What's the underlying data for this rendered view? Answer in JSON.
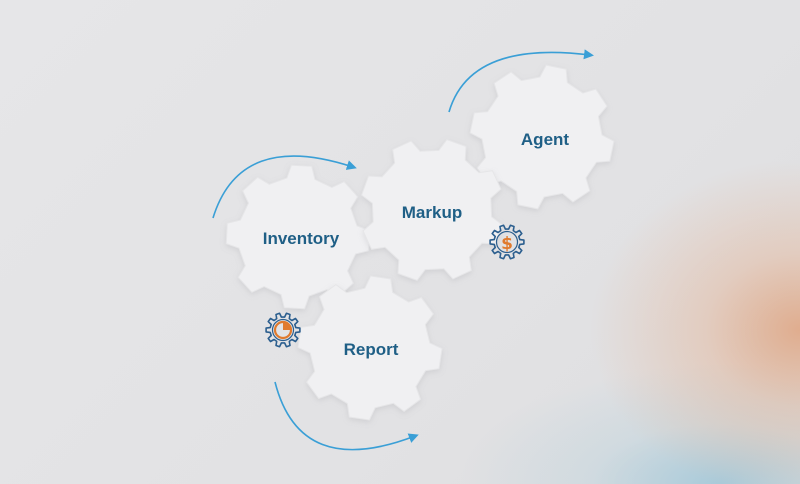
{
  "gears": [
    {
      "id": "inventory",
      "label": "Inventory"
    },
    {
      "id": "markup",
      "label": "Markup"
    },
    {
      "id": "agent",
      "label": "Agent"
    },
    {
      "id": "report",
      "label": "Report"
    }
  ],
  "icons": [
    {
      "id": "dollar-gear",
      "name": "dollar-gear-icon",
      "glyph": "$"
    },
    {
      "id": "chart-gear",
      "name": "pie-chart-gear-icon"
    }
  ],
  "colors": {
    "arrow": "#3a9fd6",
    "gear_fill": "#f0f0f2",
    "gear_stroke": "#e6e6e8",
    "label": "#1f5f86",
    "icon_outline": "#2b5e8e",
    "icon_accent": "#e07a2e"
  }
}
